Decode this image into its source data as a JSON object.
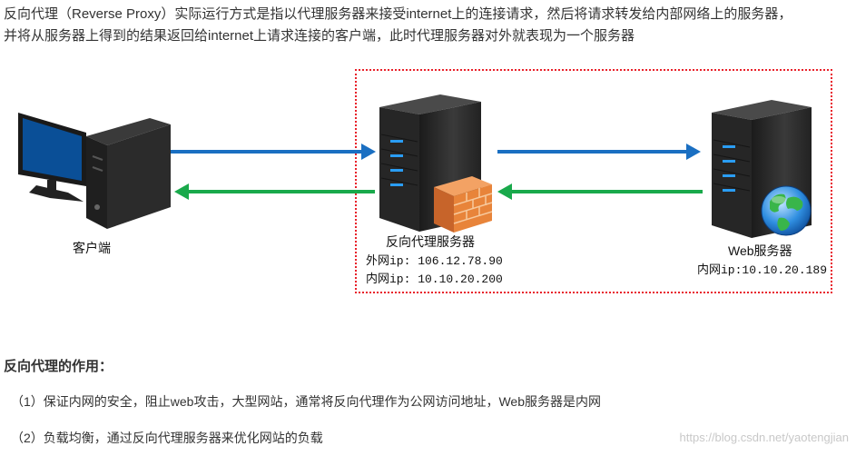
{
  "intro": {
    "line1": "反向代理（Reverse Proxy）实际运行方式是指以代理服务器来接受internet上的连接请求，然后将请求转发给内部网络上的服务器，",
    "line2": "并将从服务器上得到的结果返回给internet上请求连接的客户端，此时代理服务器对外就表现为一个服务器"
  },
  "diagram": {
    "client": {
      "label": "客户端"
    },
    "proxy": {
      "label": "反向代理服务器",
      "external_ip": "外网ip: 106.12.78.90",
      "internal_ip": "内网ip: 10.10.20.200"
    },
    "web": {
      "label": "Web服务器",
      "internal_ip": "内网ip:10.10.20.189"
    },
    "colors": {
      "request_arrow": "#1a6fc2",
      "response_arrow": "#19a94b",
      "proxy_border": "#e8212a",
      "server_body": "#2b2b2b",
      "server_led": "#2a9df4",
      "firewall": "#e8843a",
      "monitor_screen": "#0a4f97"
    },
    "icons": [
      "desktop-computer-icon",
      "server-icon",
      "firewall-icon",
      "globe-icon"
    ]
  },
  "section": {
    "heading": "反向代理的作用：",
    "items": [
      "（1）保证内网的安全，阻止web攻击，大型网站，通常将反向代理作为公网访问地址，Web服务器是内网",
      "（2）负载均衡，通过反向代理服务器来优化网站的负载"
    ]
  },
  "watermark": "https://blog.csdn.net/yaotengjian"
}
